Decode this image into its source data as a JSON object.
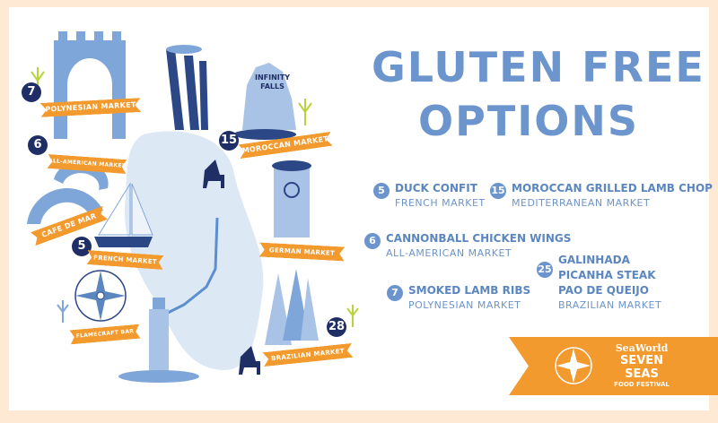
{
  "title": {
    "line1": "GLUTEN FREE",
    "line2": "OPTIONS"
  },
  "items": [
    {
      "num": "5",
      "dishes": [
        "DUCK CONFIT"
      ],
      "market": "FRENCH MARKET"
    },
    {
      "num": "15",
      "dishes": [
        "MOROCCAN GRILLED LAMB CHOP"
      ],
      "market": "MEDITERRANEAN MARKET"
    },
    {
      "num": "6",
      "dishes": [
        "CANNONBALL CHICKEN WINGS"
      ],
      "market": "ALL-AMERICAN MARKET"
    },
    {
      "num": "7",
      "dishes": [
        "SMOKED LAMB RIBS"
      ],
      "market": "POLYNESIAN MARKET"
    },
    {
      "num": "25",
      "dishes": [
        "GALINHADA",
        "PICANHA STEAK",
        "PAO DE QUEIJO"
      ],
      "market": "BRAZILIAN MARKET"
    }
  ],
  "map": {
    "ribbons": {
      "polynesian": "POLYNESIAN MARKET",
      "all_american": "ALL-AMERICAN MARKET",
      "cafe": "CAFE DE MAR",
      "french": "FRENCH MARKET",
      "flamecraft": "FLAMECRAFT BAR",
      "moroccan": "MOROCCAN MARKET",
      "german": "GERMAN MARKET",
      "brazilian": "BRAZILIAN MARKET"
    },
    "badges": {
      "polynesian": "7",
      "all_american": "6",
      "french": "5",
      "moroccan": "15",
      "brazilian": "28"
    },
    "landmark": "INFINITY FALLS"
  },
  "logo": {
    "brand": "SeaWorld",
    "name": "SEVEN SEAS",
    "sub": "FOOD FESTIVAL"
  },
  "colors": {
    "accent": "#6b95cc",
    "orange": "#f39a2e",
    "navy": "#1f2f66",
    "frame": "#fde9d4"
  }
}
